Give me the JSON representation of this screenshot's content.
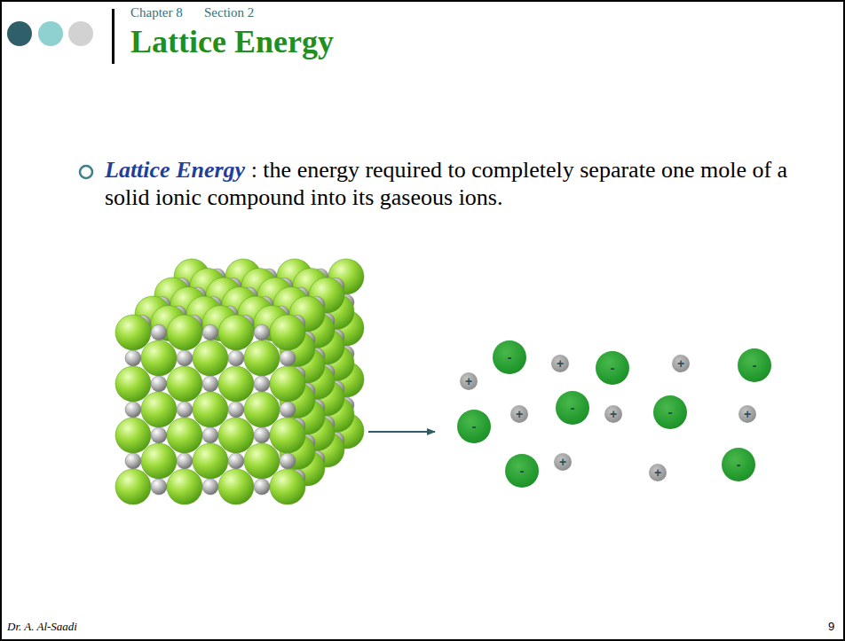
{
  "diagram": {
    "title": "Lattice Energy",
    "nodes": [
      {
        "text": [
          "+"
        ]
      },
      {
        "text": [
          "-"
        ]
      },
      {
        "text": [
          "+"
        ]
      },
      {
        "text": [
          "-"
        ]
      },
      {
        "text": [
          "+"
        ]
      },
      {
        "text": [
          "-"
        ]
      },
      {
        "text": [
          "-"
        ]
      },
      {
        "text": [
          "+"
        ]
      },
      {
        "text": [
          "-"
        ]
      },
      {
        "text": [
          "+"
        ]
      },
      {
        "text": [
          "-"
        ]
      },
      {
        "text": [
          "+"
        ]
      },
      {
        "text": [
          "-"
        ]
      },
      {
        "text": [
          "+"
        ]
      },
      {
        "text": [
          "+"
        ]
      },
      {
        "text": [
          "-"
        ]
      }
    ],
    "labels": [
      "Chapter 8",
      "Section 2",
      "Lattice Energy",
      ": the energy required to completely separate one mole of a solid ionic compound into its gaseous ions.",
      "Dr. A. Al-Saadi",
      "9"
    ]
  }
}
